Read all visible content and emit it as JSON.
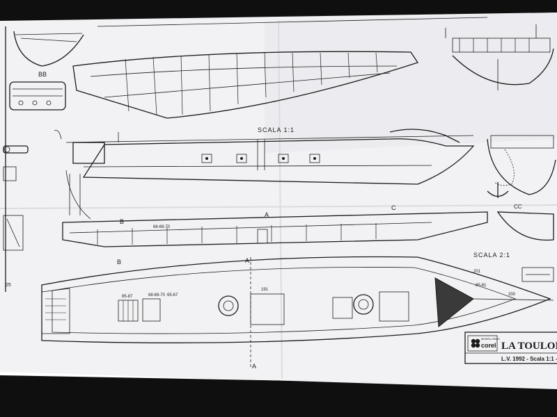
{
  "scale_labels": {
    "upper": "SCALA 1:1",
    "lower": "SCALA 2:1"
  },
  "section_marks": {
    "a": "A",
    "b": "B",
    "c": "C",
    "bb": "BB",
    "cc": "CC"
  },
  "part_numbers": {
    "n68_69_70": "68-69-70",
    "n65_67": "65-67",
    "n85_87": "85-87",
    "n191": "191",
    "n200": "200",
    "n201": "201",
    "n85_81": "85-81",
    "n68_69_70b": "68-69-70"
  },
  "title_block": {
    "brand_small": "MODELLISMO",
    "brand": "corel",
    "title": "LA TOULONN",
    "subtitle": "L.V. 1992 - Scala 1:1 -"
  }
}
